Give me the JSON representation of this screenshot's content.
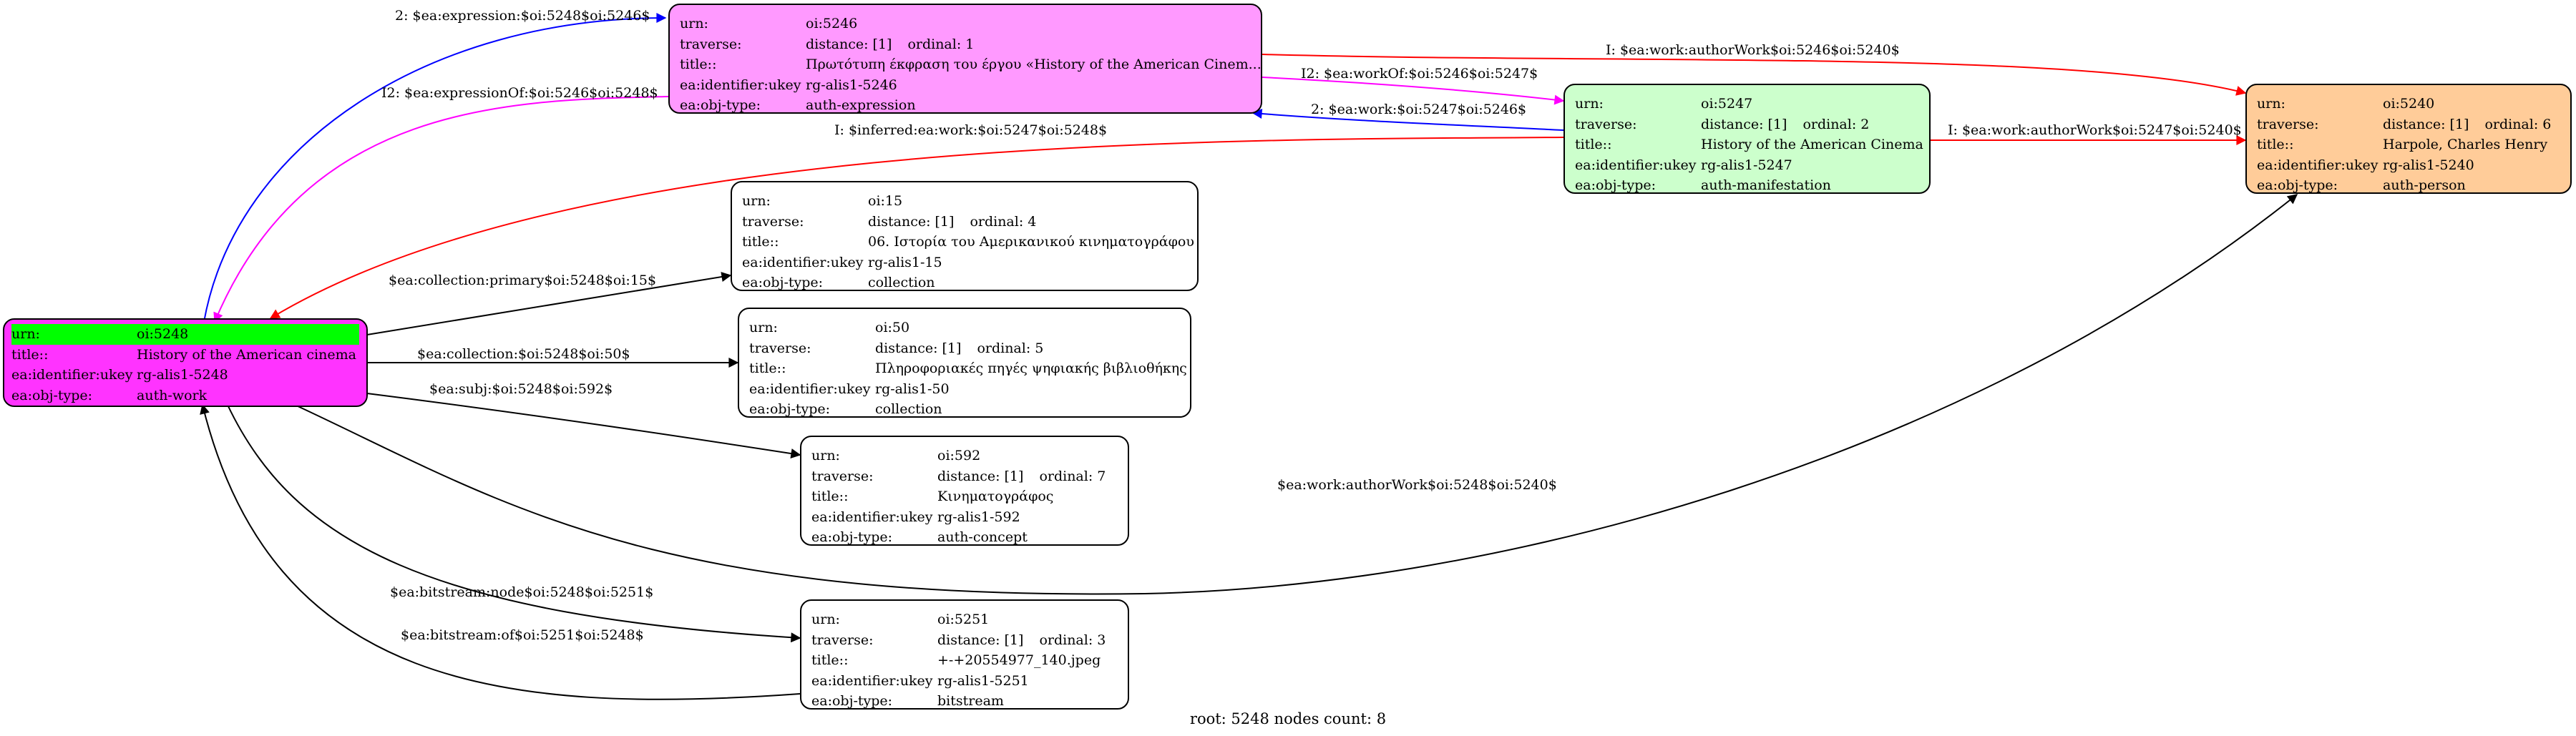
{
  "colors": {
    "magenta_node": "#ff33ff",
    "pink_node": "#ff99ff",
    "green_node": "#ccffcc",
    "orange_node": "#ffcc99",
    "plain_node": "#ffffff",
    "highlight": "#00ff00",
    "edge_black": "#000000",
    "edge_blue": "#0000ff",
    "edge_magenta": "#ff00ff",
    "edge_red": "#ff0000"
  },
  "labels": {
    "urn": "urn:",
    "traverse": "traverse:",
    "title": "title::",
    "ukey": "ea:identifier:ukey",
    "objtype": "ea:obj-type:"
  },
  "nodes": {
    "n5248": {
      "urn": "oi:5248",
      "title": "History of the American cinema",
      "ukey": "rg-alis1-5248",
      "objtype": "auth-work"
    },
    "n5246": {
      "urn": "oi:5246",
      "distance": "distance: [1]",
      "ordinal": "ordinal: 1",
      "title": "Πρωτότυπη έκφραση του έργου «History of the American Cinem...",
      "ukey": "rg-alis1-5246",
      "objtype": "auth-expression"
    },
    "n5247": {
      "urn": "oi:5247",
      "distance": "distance: [1]",
      "ordinal": "ordinal: 2",
      "title": "History of the American Cinema",
      "ukey": "rg-alis1-5247",
      "objtype": "auth-manifestation"
    },
    "n5240": {
      "urn": "oi:5240",
      "distance": "distance: [1]",
      "ordinal": "ordinal: 6",
      "title": "Harpole, Charles Henry",
      "ukey": "rg-alis1-5240",
      "objtype": "auth-person"
    },
    "n15": {
      "urn": "oi:15",
      "distance": "distance: [1]",
      "ordinal": "ordinal: 4",
      "title": "06. Ιστορία του Αμερικανικού κινηματογράφου",
      "ukey": "rg-alis1-15",
      "objtype": "collection"
    },
    "n50": {
      "urn": "oi:50",
      "distance": "distance: [1]",
      "ordinal": "ordinal: 5",
      "title": "Πληροφοριακές πηγές ψηφιακής βιβλιοθήκης",
      "ukey": "rg-alis1-50",
      "objtype": "collection"
    },
    "n592": {
      "urn": "oi:592",
      "distance": "distance: [1]",
      "ordinal": "ordinal: 7",
      "title": "Κινηματογράφος",
      "ukey": "rg-alis1-592",
      "objtype": "auth-concept"
    },
    "n5251": {
      "urn": "oi:5251",
      "distance": "distance: [1]",
      "ordinal": "ordinal: 3",
      "title": "+-+20554977_140.jpeg",
      "ukey": "rg-alis1-5251",
      "objtype": "bitstream"
    }
  },
  "edges": [
    {
      "id": "e1",
      "label": "2: $ea:expression:$oi:5248$oi:5246$",
      "color": "blue"
    },
    {
      "id": "e2",
      "label": "I2: $ea:expressionOf:$oi:5246$oi:5248$",
      "color": "magenta"
    },
    {
      "id": "e3",
      "label": "I: $ea:work:authorWork$oi:5246$oi:5240$",
      "color": "red"
    },
    {
      "id": "e4",
      "label": "I2: $ea:workOf:$oi:5246$oi:5247$",
      "color": "magenta"
    },
    {
      "id": "e5",
      "label": "2: $ea:work:$oi:5247$oi:5246$",
      "color": "blue"
    },
    {
      "id": "e6",
      "label": "I: $inferred:ea:work:$oi:5247$oi:5248$",
      "color": "red"
    },
    {
      "id": "e7",
      "label": "I: $ea:work:authorWork$oi:5247$oi:5240$",
      "color": "red"
    },
    {
      "id": "e8",
      "label": "$ea:collection:primary$oi:5248$oi:15$",
      "color": "black"
    },
    {
      "id": "e9",
      "label": "$ea:collection:$oi:5248$oi:50$",
      "color": "black"
    },
    {
      "id": "e10",
      "label": "$ea:subj:$oi:5248$oi:592$",
      "color": "black"
    },
    {
      "id": "e11",
      "label": "$ea:work:authorWork$oi:5248$oi:5240$",
      "color": "black"
    },
    {
      "id": "e12",
      "label": "$ea:bitstream:node$oi:5248$oi:5251$",
      "color": "black"
    },
    {
      "id": "e13",
      "label": "$ea:bitstream:of$oi:5251$oi:5248$",
      "color": "black"
    }
  ],
  "footer": "root: 5248 nodes count: 8"
}
